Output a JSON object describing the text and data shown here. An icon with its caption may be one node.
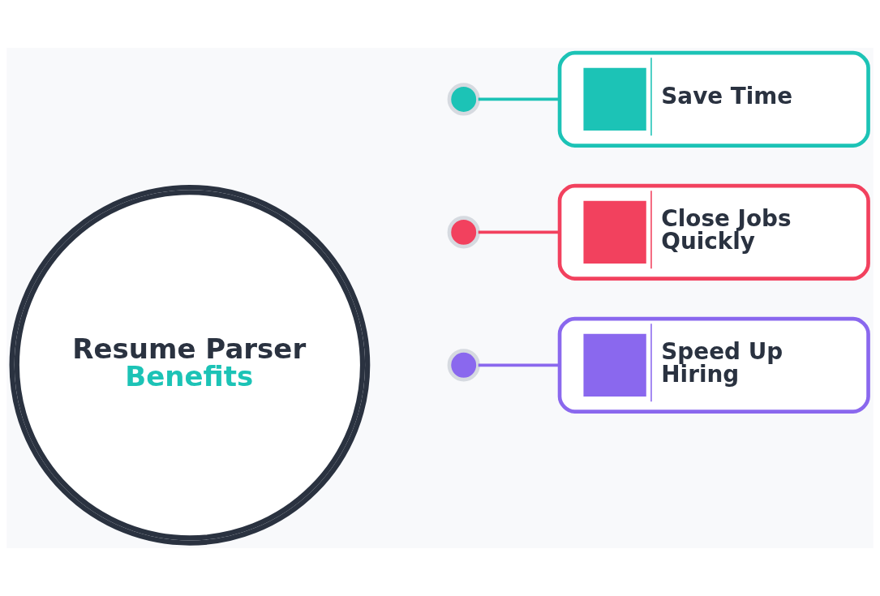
{
  "diagram": {
    "nodes": [
      {
        "text": [
          "Resume Parser",
          "Benefits"
        ]
      },
      {
        "text": [],
        "shape": "circle"
      },
      {
        "text": [
          "Save Time"
        ]
      },
      {
        "text": [],
        "shape": "circle"
      },
      {
        "text": [
          "Close Jobs Quickly"
        ]
      },
      {
        "text": [],
        "shape": "circle"
      },
      {
        "text": [
          "Speed Up Hiring"
        ]
      }
    ],
    "edges": [
      {
        "from": 1,
        "to": 2,
        "arrow": "none",
        "color": "#1cc3b6"
      },
      {
        "from": 3,
        "to": 4,
        "arrow": "none",
        "color": "#f2415e"
      },
      {
        "from": 5,
        "to": 6,
        "arrow": "none",
        "color": "#8a68ee"
      }
    ]
  }
}
